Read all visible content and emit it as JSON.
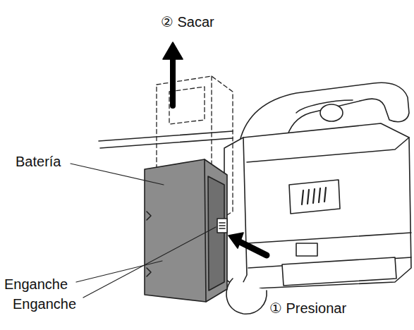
{
  "diagram": {
    "labels": [
      "② Sacar",
      "Batería",
      "Enganche",
      "Enganche",
      "① Presionar"
    ]
  }
}
